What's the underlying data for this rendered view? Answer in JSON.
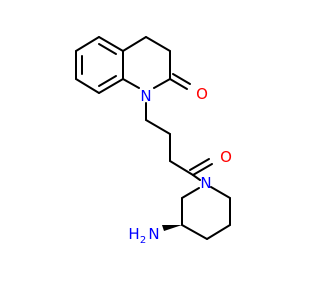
{
  "molecule": {
    "atoms": {
      "n_quinolinone": {
        "label": "N",
        "color": "#0000FF"
      },
      "o_quinolinone": {
        "label": "O",
        "color": "#FF0000"
      },
      "o_amide": {
        "label": "O",
        "color": "#FF0000"
      },
      "n_piperidine": {
        "label": "N",
        "color": "#0000FF"
      },
      "nh2": {
        "label": "H",
        "subscript": "2",
        "suffix": "N",
        "color": "#0000FF"
      }
    },
    "bond_color": "#000000",
    "background": "#FFFFFF"
  }
}
